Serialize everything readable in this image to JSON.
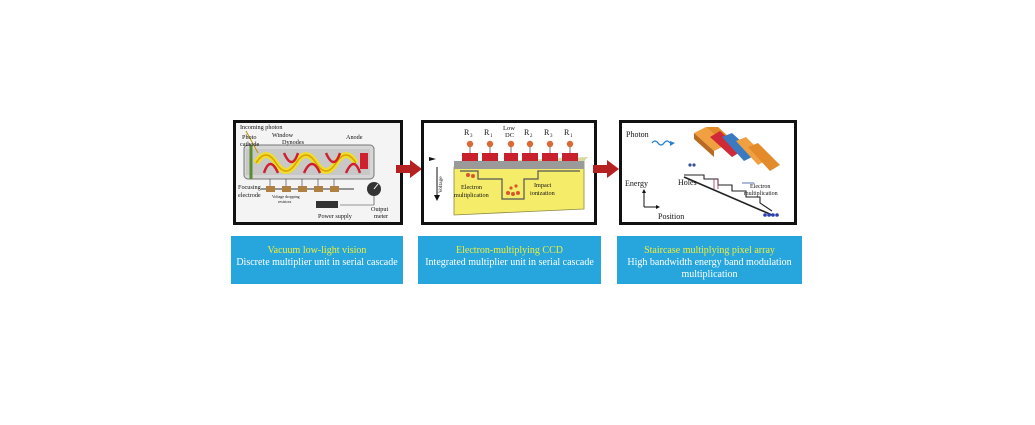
{
  "panel1": {
    "labels": {
      "incoming_photon": "Incoming photon",
      "photo": "Photo",
      "cathode": "cathode",
      "window": "Window",
      "dynodes": "Dynodes",
      "anode": "Anode",
      "focusing": "Focusing",
      "electrode": "electrode",
      "voltage_dropping": "Voltage dropping",
      "resistors": "resistors",
      "power_supply": "Power supply",
      "output": "Output",
      "meter": "meter"
    }
  },
  "panel2": {
    "labels": {
      "r3a": "R",
      "r3a_sub": "3",
      "r1a": "R",
      "r1a_sub": "1",
      "low": "Low",
      "dc": "DC",
      "r2": "R",
      "r2_sub": "2",
      "r3b": "R",
      "r3b_sub": "3",
      "r1b": "R",
      "r1b_sub": "1",
      "voltage": "Voltage",
      "electron": "Electron",
      "multiplication": "multiplication",
      "impact": "Impact",
      "ionization": "ionization"
    }
  },
  "panel3": {
    "labels": {
      "photon": "Photon",
      "energy": "Energy",
      "holes": "Holes",
      "electron": "Electron",
      "multiplication": "multiplication",
      "position": "Position"
    }
  },
  "captions": [
    {
      "title": "Vacuum low-light vision",
      "subtitle": "Discrete multiplier unit in serial cascade"
    },
    {
      "title": "Electron-multiplying CCD",
      "subtitle": "Integrated multiplier unit in serial cascade"
    },
    {
      "title": "Staircase multiplying pixel array",
      "subtitle": "High bandwidth energy band modulation multiplication"
    }
  ],
  "colors": {
    "arrow": "#b52020",
    "caption_bg": "#26a6dd",
    "caption_title": "#f3ec3a",
    "caption_text": "#ffffff"
  }
}
